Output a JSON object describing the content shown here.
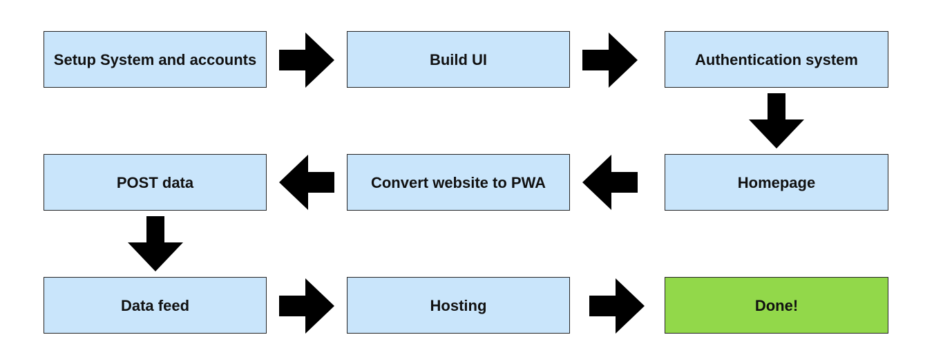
{
  "diagram": {
    "steps": [
      {
        "id": "setup",
        "label": "Setup System and accounts",
        "color": "#c9e5fb"
      },
      {
        "id": "build-ui",
        "label": "Build UI",
        "color": "#c9e5fb"
      },
      {
        "id": "auth",
        "label": "Authentication system",
        "color": "#c9e5fb"
      },
      {
        "id": "homepage",
        "label": "Homepage",
        "color": "#c9e5fb"
      },
      {
        "id": "pwa",
        "label": "Convert website to PWA",
        "color": "#c9e5fb"
      },
      {
        "id": "post",
        "label": "POST data",
        "color": "#c9e5fb"
      },
      {
        "id": "feed",
        "label": "Data feed",
        "color": "#c9e5fb"
      },
      {
        "id": "hosting",
        "label": "Hosting",
        "color": "#c9e5fb"
      },
      {
        "id": "done",
        "label": "Done!",
        "color": "#92d84a"
      }
    ],
    "connections": [
      {
        "from": "setup",
        "to": "build-ui",
        "direction": "right"
      },
      {
        "from": "build-ui",
        "to": "auth",
        "direction": "right"
      },
      {
        "from": "auth",
        "to": "homepage",
        "direction": "down"
      },
      {
        "from": "homepage",
        "to": "pwa",
        "direction": "left"
      },
      {
        "from": "pwa",
        "to": "post",
        "direction": "left"
      },
      {
        "from": "post",
        "to": "feed",
        "direction": "down"
      },
      {
        "from": "feed",
        "to": "hosting",
        "direction": "right"
      },
      {
        "from": "hosting",
        "to": "done",
        "direction": "right"
      }
    ],
    "arrow_color": "#000000"
  }
}
